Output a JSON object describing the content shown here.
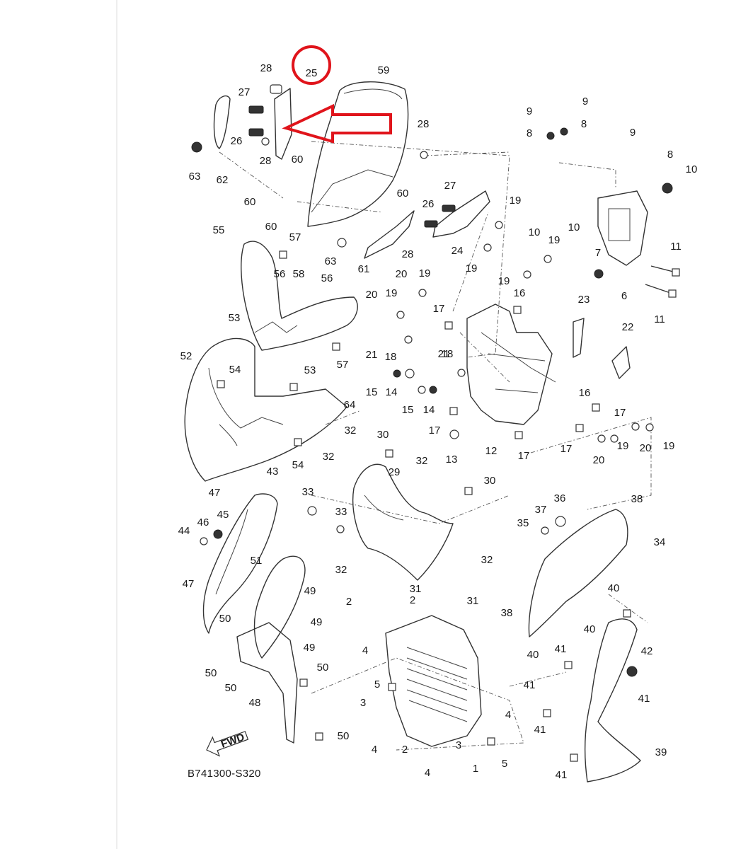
{
  "diagram": {
    "code": "B741300-S320",
    "fwd_label": "FWD",
    "highlight": {
      "part": "25",
      "color": "#e0141b"
    },
    "callouts": [
      "1",
      "2",
      "3",
      "4",
      "5",
      "6",
      "7",
      "8",
      "9",
      "10",
      "11",
      "12",
      "13",
      "14",
      "15",
      "16",
      "17",
      "18",
      "19",
      "20",
      "21",
      "22",
      "23",
      "24",
      "25",
      "26",
      "27",
      "28",
      "29",
      "30",
      "31",
      "32",
      "33",
      "34",
      "35",
      "36",
      "37",
      "38",
      "39",
      "40",
      "41",
      "42",
      "43",
      "44",
      "45",
      "46",
      "47",
      "48",
      "49",
      "50",
      "51",
      "52",
      "53",
      "54",
      "55",
      "56",
      "57",
      "58",
      "59",
      "60",
      "61",
      "62",
      "63",
      "64"
    ]
  }
}
